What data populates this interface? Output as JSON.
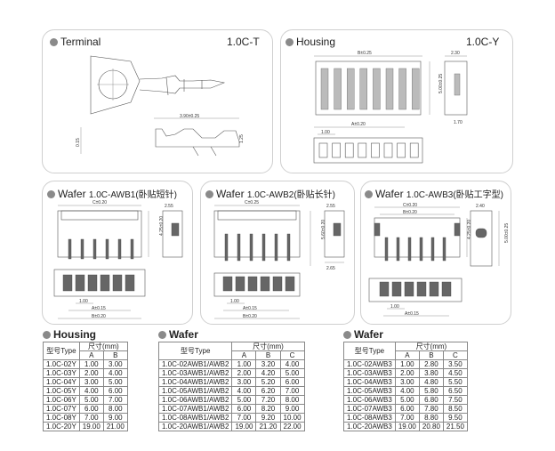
{
  "panels": {
    "terminal": {
      "title": "Terminal",
      "code": "1.0C-T",
      "dims": [
        "3.90±0.25",
        "0.15",
        "1.25"
      ]
    },
    "housing": {
      "title": "Housing",
      "code": "1.0C-Y",
      "dims": [
        "B±0.25",
        "A±0.20",
        "1.00",
        "2.30",
        "5.00±0.25",
        "1.70"
      ]
    },
    "wafer1": {
      "title": "Wafer",
      "code": "1.0C-AWB1(卧贴短针)",
      "dims": [
        "C±0.20",
        "2.55",
        "4.25±0.20",
        "1.00",
        "A±0.15",
        "B±0.20"
      ]
    },
    "wafer2": {
      "title": "Wafer",
      "code": "1.0C-AWB2(卧贴长针)",
      "dims": [
        "C±0.25",
        "2.55",
        "5.60±0.20",
        "2.65",
        "1.00",
        "A±0.15",
        "B±0.20"
      ]
    },
    "wafer3": {
      "title": "Wafer",
      "code": "1.0C-AWB3(卧贴工字型)",
      "dims": [
        "C±0.20",
        "B±0.20",
        "2.40",
        "4.25±0.20",
        "5.00±0.25",
        "1.00",
        "A±0.15"
      ]
    }
  },
  "tables": {
    "housing": {
      "title": "Housing",
      "h_model": "型号Type",
      "h_size": "尺寸(mm)",
      "cols": [
        "A",
        "B"
      ],
      "rows": [
        [
          "1.0C-02Y",
          "1.00",
          "3.00"
        ],
        [
          "1.0C-03Y",
          "2.00",
          "4.00"
        ],
        [
          "1.0C-04Y",
          "3.00",
          "5.00"
        ],
        [
          "1.0C-05Y",
          "4.00",
          "6.00"
        ],
        [
          "1.0C-06Y",
          "5.00",
          "7.00"
        ],
        [
          "1.0C-07Y",
          "6.00",
          "8.00"
        ],
        [
          "1.0C-08Y",
          "7.00",
          "9.00"
        ],
        [
          "1.0C-20Y",
          "19.00",
          "21.00"
        ]
      ]
    },
    "wafer12": {
      "title": "Wafer",
      "h_model": "型号Type",
      "h_size": "尺寸(mm)",
      "cols": [
        "A",
        "B",
        "C"
      ],
      "rows": [
        [
          "1.0C-02AWB1/AWB2",
          "1.00",
          "3.20",
          "4.00"
        ],
        [
          "1.0C-03AWB1/AWB2",
          "2.00",
          "4.20",
          "5.00"
        ],
        [
          "1.0C-04AWB1/AWB2",
          "3.00",
          "5.20",
          "6.00"
        ],
        [
          "1.0C-05AWB1/AWB2",
          "4.00",
          "6.20",
          "7.00"
        ],
        [
          "1.0C-06AWB1/AWB2",
          "5.00",
          "7.20",
          "8.00"
        ],
        [
          "1.0C-07AWB1/AWB2",
          "6.00",
          "8.20",
          "9.00"
        ],
        [
          "1.0C-08AWB1/AWB2",
          "7.00",
          "9.20",
          "10.00"
        ],
        [
          "1.0C-20AWB1/AWB2",
          "19.00",
          "21.20",
          "22.00"
        ]
      ]
    },
    "wafer3": {
      "title": "Wafer",
      "h_model": "型号Type",
      "h_size": "尺寸(mm)",
      "cols": [
        "A",
        "B",
        "C"
      ],
      "rows": [
        [
          "1.0C-02AWB3",
          "1.00",
          "2.80",
          "3.50"
        ],
        [
          "1.0C-03AWB3",
          "2.00",
          "3.80",
          "4.50"
        ],
        [
          "1.0C-04AWB3",
          "3.00",
          "4.80",
          "5.50"
        ],
        [
          "1.0C-05AWB3",
          "4.00",
          "5.80",
          "6.50"
        ],
        [
          "1.0C-06AWB3",
          "5.00",
          "6.80",
          "7.50"
        ],
        [
          "1.0C-07AWB3",
          "6.00",
          "7.80",
          "8.50"
        ],
        [
          "1.0C-08AWB3",
          "7.00",
          "8.80",
          "9.50"
        ],
        [
          "1.0C-20AWB3",
          "19.00",
          "20.80",
          "21.50"
        ]
      ]
    }
  }
}
